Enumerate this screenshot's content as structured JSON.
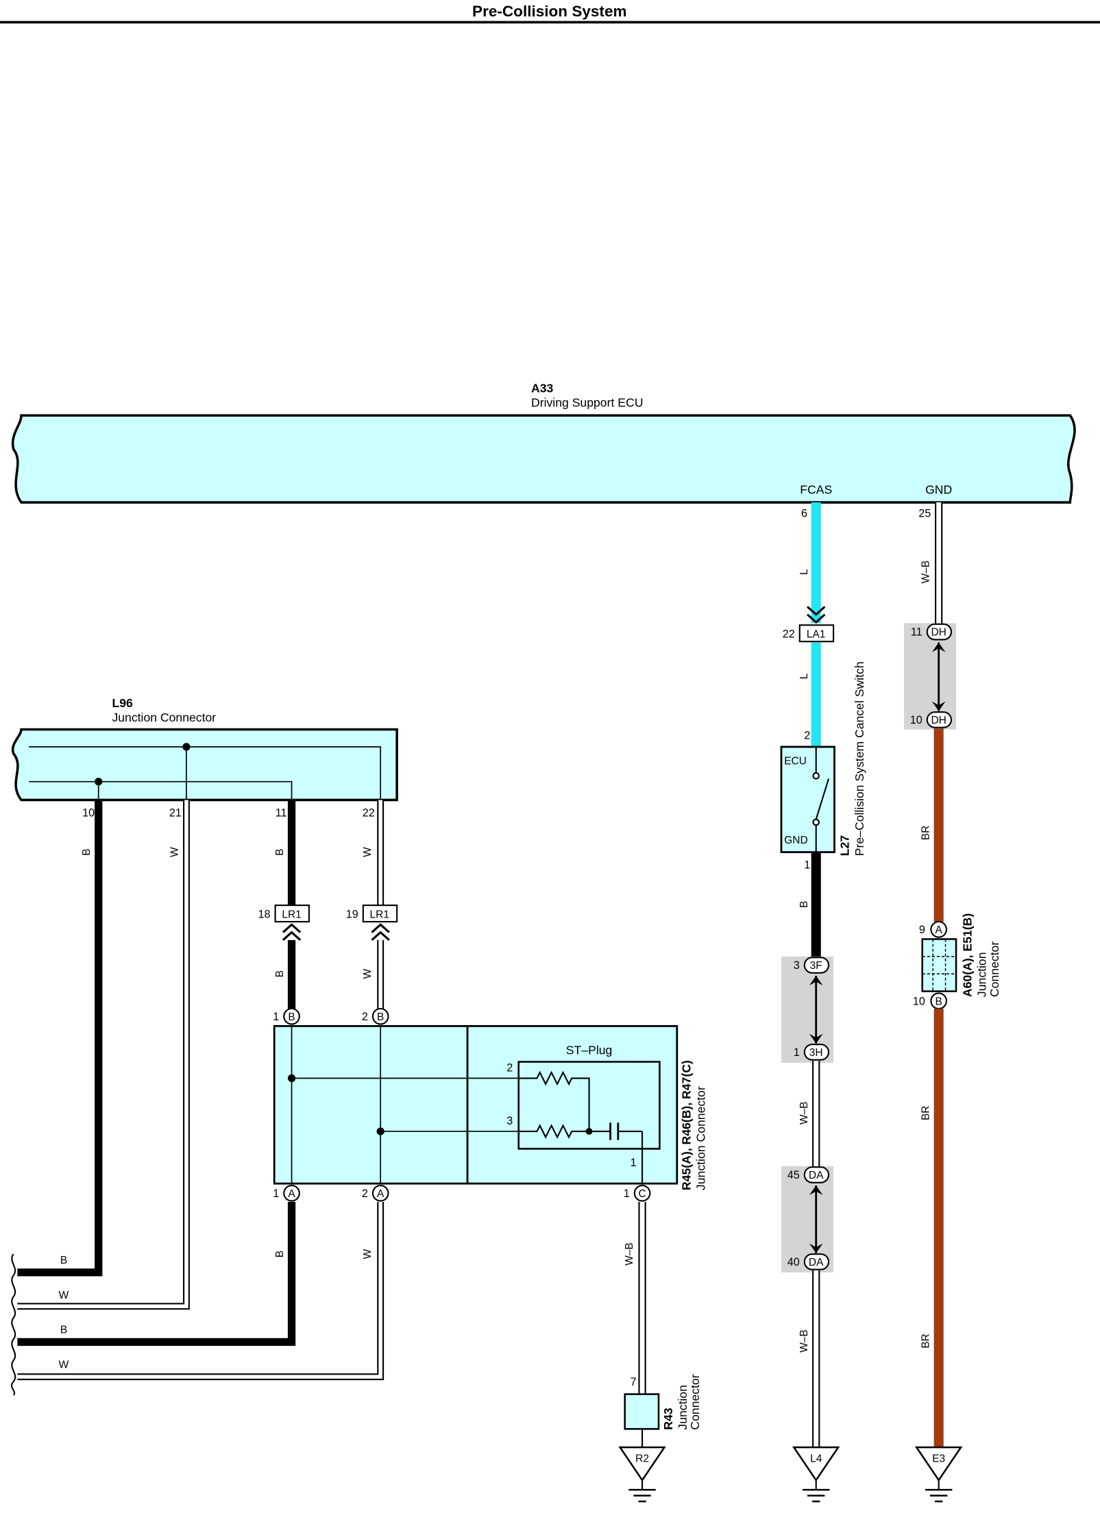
{
  "title": "Pre-Collision System",
  "components": {
    "a33": {
      "code": "A33",
      "name": "Driving Support ECU",
      "term_fcas": "FCAS",
      "term_gnd": "GND"
    },
    "l96": {
      "code": "L96",
      "name": "Junction Connector"
    },
    "l27": {
      "code": "L27",
      "name": "Pre–Collision System Cancel Switch",
      "term_ecu": "ECU",
      "term_gnd": "GND"
    },
    "r45": {
      "code": "R45(A), R46(B), R47(C)",
      "name": "Junction Connector",
      "st_plug": "ST–Plug"
    },
    "r43": {
      "code": "R43",
      "name_line1": "Junction",
      "name_line2": "Connector"
    },
    "a60": {
      "code": "A60(A), E51(B)",
      "name_line1": "Junction",
      "name_line2": "Connector"
    }
  },
  "pins": {
    "a33_6": "6",
    "a33_25": "25",
    "la1_22": "22",
    "la1_code": "LA1",
    "l27_2": "2",
    "l27_1": "1",
    "dh_11": "11",
    "dh_10": "10",
    "dh_code": "DH",
    "l96_10": "10",
    "l96_21": "21",
    "l96_11": "11",
    "l96_22": "22",
    "lr1_18": "18",
    "lr1_19": "19",
    "lr1_code": "LR1",
    "b_1": "1",
    "b_2": "2",
    "b_code": "B",
    "sp_2": "2",
    "sp_3": "3",
    "sp_1": "1",
    "a_1": "1",
    "a_2": "2",
    "a_code": "A",
    "c_1": "1",
    "c_code": "C",
    "f3_3": "3",
    "f3_code": "3F",
    "h3_1": "1",
    "h3_code": "3H",
    "da_45": "45",
    "da_40": "40",
    "da_code": "DA",
    "a60_9": "9",
    "a60_a": "A",
    "a60_10": "10",
    "a60_b": "B",
    "r43_7": "7"
  },
  "wires": {
    "l": "L",
    "wb": "W–B",
    "br": "BR",
    "b": "B",
    "w": "W"
  },
  "grounds": {
    "r2": "R2",
    "l4": "L4",
    "e3": "E3"
  },
  "colors": {
    "component_fill": "#ccffff",
    "wire_l": "#22e6f0",
    "wire_br": "#a03c0f",
    "wire_b": "#000000",
    "shade": "#d4d4d4"
  }
}
